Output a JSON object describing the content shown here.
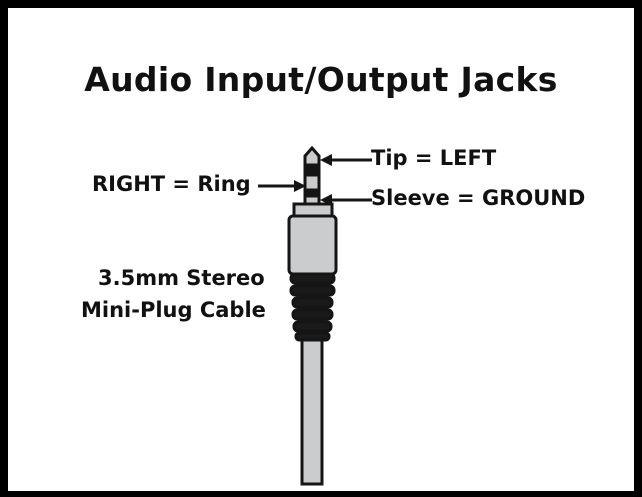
{
  "title": "Audio Input/Output Jacks",
  "labels": {
    "tip": "Tip = LEFT",
    "ring": "RIGHT = Ring",
    "sleeve": "Sleeve = GROUND",
    "cable_line1": "3.5mm Stereo",
    "cable_line2": "Mini-Plug Cable"
  },
  "colors": {
    "plug_gray": "#cbcccd",
    "outline": "#151515"
  }
}
